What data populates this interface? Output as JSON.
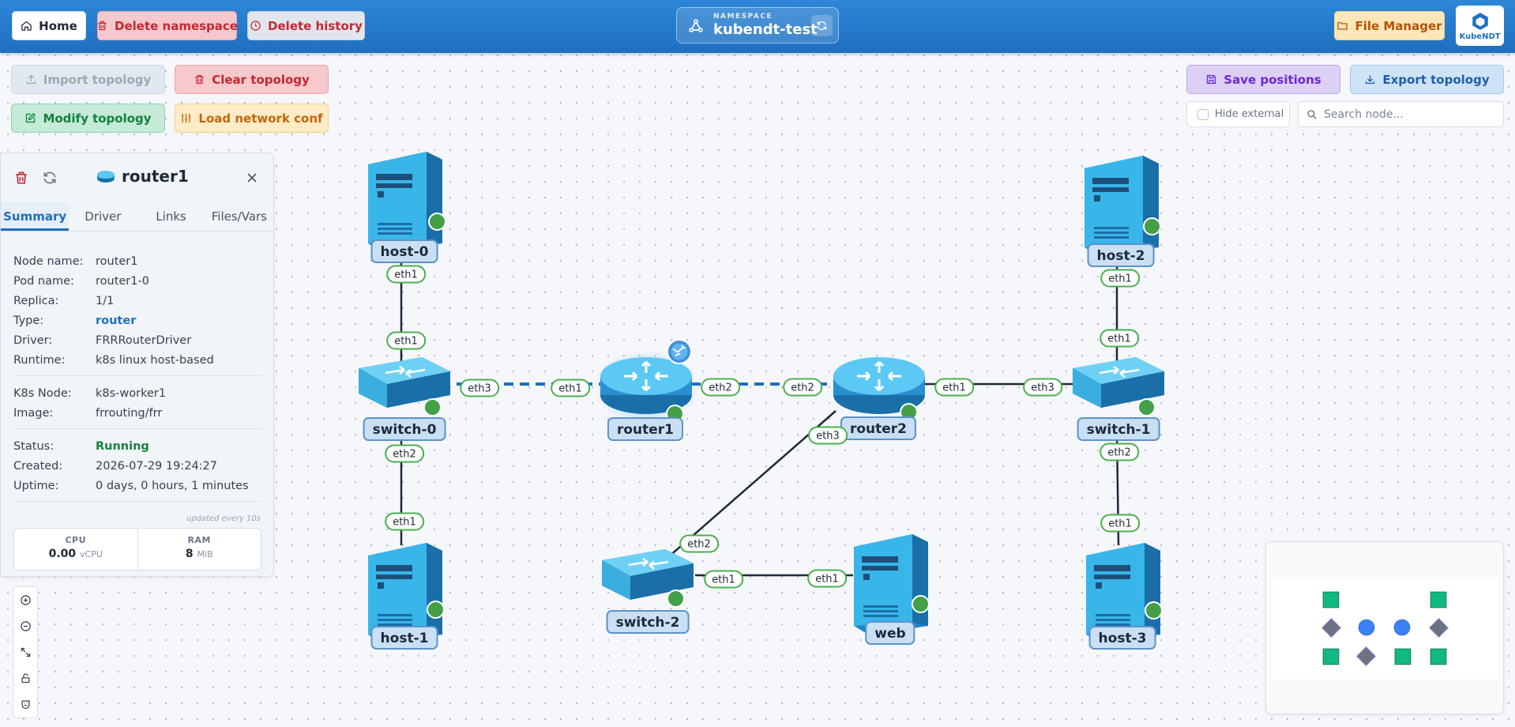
{
  "header": {
    "home_label": "Home",
    "delete_namespace_label": "Delete namespace",
    "delete_history_label": "Delete history",
    "namespace_caption": "NAMESPACE",
    "namespace_value": "kubendt-test",
    "file_manager_label": "File Manager",
    "logo_text": "KubeNDT"
  },
  "toolbar": {
    "import_label": "Import topology",
    "clear_label": "Clear topology",
    "modify_label": "Modify topology",
    "load_conf_label": "Load network conf",
    "save_positions_label": "Save positions",
    "export_label": "Export topology",
    "hide_external_label": "Hide external",
    "hide_external_checked": false,
    "search_placeholder": "Search node..."
  },
  "panel": {
    "title": "router1",
    "tabs": [
      "Summary",
      "Driver",
      "Links",
      "Files/Vars"
    ],
    "active_tab": "Summary",
    "fields": [
      {
        "key": "Node name:",
        "value": "router1"
      },
      {
        "key": "Pod name:",
        "value": "router1-0"
      },
      {
        "key": "Replica:",
        "value": "1/1"
      },
      {
        "key": "Type:",
        "value": "router"
      },
      {
        "key": "Driver:",
        "value": "FRRRouterDriver"
      },
      {
        "key": "Runtime:",
        "value": "k8s linux host-based"
      },
      {
        "key": "K8s Node:",
        "value": "k8s-worker1"
      },
      {
        "key": "Image:",
        "value": "frrouting/frr"
      },
      {
        "key": "Status:",
        "value": "Running"
      },
      {
        "key": "Created:",
        "value": "2026-07-29 19:24:27"
      },
      {
        "key": "Uptime:",
        "value": "0 days, 0 hours, 1 minutes"
      }
    ],
    "updated_note": "updated every 10s",
    "cpu_label": "CPU",
    "cpu_value": "0.00",
    "cpu_unit": "vCPU",
    "ram_label": "RAM",
    "ram_value": "8",
    "ram_unit": "MiB"
  },
  "colors": {
    "header": "#1f6fc0",
    "link_label_border": "#4caf50",
    "status_running": "#43a047",
    "node_label_bg": "#c9dff3",
    "minimap_host": "#10b981",
    "minimap_switch": "#6b7280",
    "minimap_router": "#3b82f6"
  },
  "topology": {
    "nodes": [
      {
        "name": "host-0",
        "type": "host",
        "icon": "server-icon",
        "status": "up"
      },
      {
        "name": "host-1",
        "type": "host",
        "icon": "server-icon",
        "status": "up"
      },
      {
        "name": "host-2",
        "type": "host",
        "icon": "server-icon",
        "status": "up"
      },
      {
        "name": "host-3",
        "type": "host",
        "icon": "server-icon",
        "status": "up"
      },
      {
        "name": "web",
        "type": "host",
        "icon": "server-icon",
        "status": "up"
      },
      {
        "name": "switch-0",
        "type": "switch",
        "icon": "switch-icon",
        "status": "up"
      },
      {
        "name": "switch-1",
        "type": "switch",
        "icon": "switch-icon",
        "status": "up"
      },
      {
        "name": "switch-2",
        "type": "switch",
        "icon": "switch-icon",
        "status": "up"
      },
      {
        "name": "router1",
        "type": "router",
        "icon": "router-icon",
        "status": "up",
        "selected": true,
        "external": true
      },
      {
        "name": "router2",
        "type": "router",
        "icon": "router-icon",
        "status": "up"
      }
    ],
    "links": [
      {
        "a": "host-0",
        "a_if": "eth1",
        "b": "switch-0",
        "b_if": "eth1"
      },
      {
        "a": "switch-0",
        "a_if": "eth2",
        "b": "host-1",
        "b_if": "eth1"
      },
      {
        "a": "switch-0",
        "a_if": "eth3",
        "b": "router1",
        "b_if": "eth1",
        "dashed": true
      },
      {
        "a": "router1",
        "a_if": "eth2",
        "b": "router2",
        "b_if": "eth2",
        "dashed": true
      },
      {
        "a": "router2",
        "a_if": "eth1",
        "b": "switch-1",
        "b_if": "eth3"
      },
      {
        "a": "router2",
        "a_if": "eth3",
        "b": "switch-2",
        "b_if": "eth2"
      },
      {
        "a": "host-2",
        "a_if": "eth1",
        "b": "switch-1",
        "b_if": "eth1"
      },
      {
        "a": "switch-1",
        "a_if": "eth2",
        "b": "host-3",
        "b_if": "eth1"
      },
      {
        "a": "switch-2",
        "a_if": "eth1",
        "b": "web",
        "b_if": "eth1"
      }
    ]
  }
}
